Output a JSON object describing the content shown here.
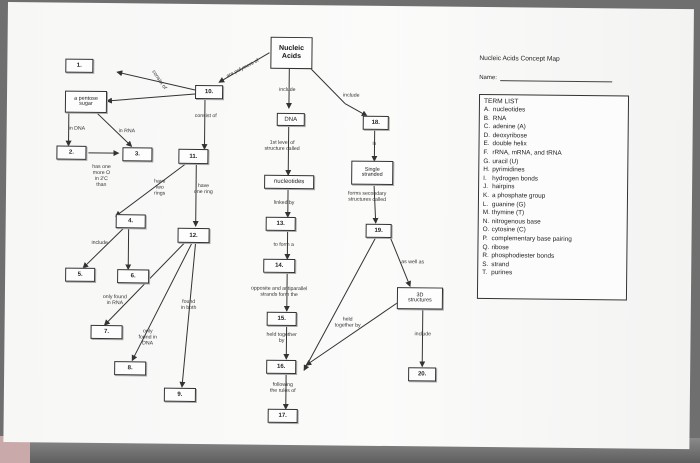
{
  "worksheet": {
    "title": "Nucleic Acids Concept Map",
    "name_label": "Name:"
  },
  "map": {
    "central": {
      "line1": "Nucleic",
      "line2": "Acids"
    },
    "boxes": [
      "1.",
      "2.",
      "3.",
      "4.",
      "5.",
      "6.",
      "7.",
      "8.",
      "9.",
      "10.",
      "11.",
      "12.",
      "13.",
      "14.",
      "15.",
      "16.",
      "17.",
      "18.",
      "19.",
      "20."
    ],
    "given": {
      "pentose_sugar": "a pentose\nsugar",
      "dna": "DNA",
      "nucleotides": "nucleotides",
      "single_stranded": "Single\nstranded",
      "structures_3d": "3D\nstructures"
    },
    "links": {
      "are_polymers_of": "are polymers of",
      "consist_of_a": "consist of",
      "consist_of_b": "consist of",
      "in_dna": "in DNA",
      "in_rna": "in RNA",
      "has_one_more": "has one\nmore O\nin 2'C\nthan",
      "have_two_rings": "have\ntwo\nrings",
      "have_one_ring": "have\none ring",
      "include_left": "include",
      "only_found_rna": "only found\nin RNA",
      "found_in_both": "found\nin both",
      "only_found_dna": "only\nfound in\nDNA",
      "include_dna": "include",
      "include_rna": "include",
      "first_level": "1st level of\nstructure called",
      "linked_by": "linked by",
      "to_form_a": "to form a",
      "opposite_antiparallel": "opposite and antiparallel\nstrands form the",
      "held_together_by_a": "held together\nby",
      "following_rules": "following\nthe rules of",
      "is": "is",
      "forms_secondary": "forms secondary\nstructures called",
      "as_well_as": "as well as",
      "held_together_by_b": "held\ntogether by",
      "include_3d": "include"
    }
  },
  "term_list": {
    "heading": "TERM LIST",
    "items": [
      {
        "letter": "A.",
        "term": "nucleotides"
      },
      {
        "letter": "B.",
        "term": "RNA"
      },
      {
        "letter": "C.",
        "term": "adenine (A)"
      },
      {
        "letter": "D.",
        "term": "deoxyribose"
      },
      {
        "letter": "E.",
        "term": "double helix"
      },
      {
        "letter": "F.",
        "term": "rRNA, mRNA, and tRNA"
      },
      {
        "letter": "G.",
        "term": "uracil (U)"
      },
      {
        "letter": "H.",
        "term": "pyrimidines"
      },
      {
        "letter": "I.",
        "term": "hydrogen bonds"
      },
      {
        "letter": "J.",
        "term": "hairpins"
      },
      {
        "letter": "K.",
        "term": "a phosphate group"
      },
      {
        "letter": "L.",
        "term": "guanine (G)"
      },
      {
        "letter": "M.",
        "term": "thymine (T)"
      },
      {
        "letter": "N.",
        "term": "nitrogenous base"
      },
      {
        "letter": "O.",
        "term": "cytosine (C)"
      },
      {
        "letter": "P.",
        "term": "complementary base pairing"
      },
      {
        "letter": "Q.",
        "term": "ribose"
      },
      {
        "letter": "R.",
        "term": "phosphodiester bonds"
      },
      {
        "letter": "S.",
        "term": "strand"
      },
      {
        "letter": "T.",
        "term": "purines"
      }
    ]
  },
  "colors": {
    "paper": "#f9f9f8",
    "ink": "#222222",
    "desk": "#6f6f6f"
  }
}
